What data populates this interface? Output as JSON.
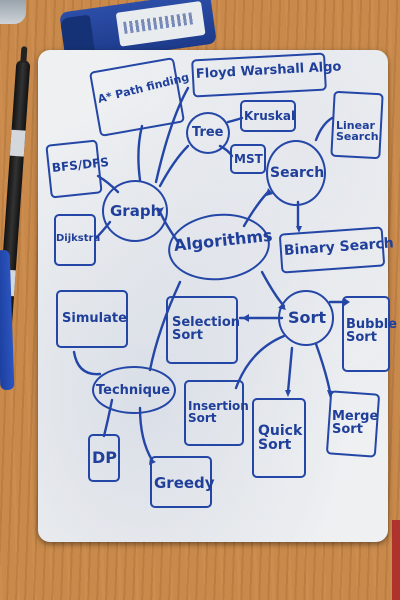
{
  "scene": {
    "subject": "whiteboard with hand-drawn algorithms mind map",
    "ink_color": "#2446a6",
    "board_color": "#eef0f2",
    "table_color": "#c8894a"
  },
  "nodes": {
    "algorithms": "Algorithms",
    "graph": "Graph",
    "search": "Search",
    "sort": "Sort",
    "technique": "Technique",
    "tree": "Tree",
    "astar": "A* Path finding",
    "floyd": "Floyd Warshall Algo",
    "kruskal": "Kruskal",
    "mst": "MST",
    "linear_search": "Linear Search",
    "binary_search": "Binary Search",
    "bfs_dfs": "BFS/DFS",
    "dijkstra": "Dijkstra",
    "selection_sort": "Selection Sort",
    "bubble_sort": "Bubble Sort",
    "insertion_sort": "Insertion Sort",
    "quick_sort": "Quick Sort",
    "merge_sort": "Merge Sort",
    "simulate": "Simulate",
    "dp": "DP",
    "greedy": "Greedy"
  }
}
